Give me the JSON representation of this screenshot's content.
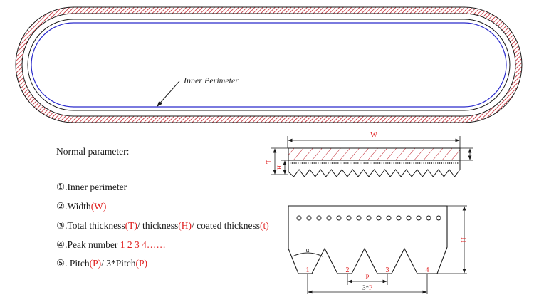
{
  "colors": {
    "hatch": "#c0202a",
    "line": "#1a1a1a",
    "inner_perimeter": "#2a2acc",
    "accent": "#e02020"
  },
  "belt_overview": {
    "callout": "Inner Perimeter"
  },
  "parameters": {
    "heading": "Normal parameter:",
    "items": [
      {
        "num": "①",
        "parts": [
          {
            "t": ".Inner perimeter",
            "red": false
          }
        ]
      },
      {
        "num": "②",
        "parts": [
          {
            "t": ".Width",
            "red": false
          },
          {
            "t": "(W)",
            "red": true
          }
        ]
      },
      {
        "num": "③",
        "parts": [
          {
            "t": ".Total thickness",
            "red": false
          },
          {
            "t": "(T)",
            "red": true
          },
          {
            "t": "/ thickness",
            "red": false
          },
          {
            "t": "(H)",
            "red": true
          },
          {
            "t": "/ coated thickness",
            "red": false
          },
          {
            "t": "(t)",
            "red": true
          }
        ]
      },
      {
        "num": "④",
        "parts": [
          {
            "t": ".Peak number  ",
            "red": false
          },
          {
            "t": "1 2 3 4……",
            "red": true
          }
        ]
      },
      {
        "num": "⑤",
        "parts": [
          {
            "t": ". Pitch",
            "red": false
          },
          {
            "t": "(P)",
            "red": true
          },
          {
            "t": "/ 3*Pitch",
            "red": false
          },
          {
            "t": "(P)",
            "red": true
          }
        ]
      }
    ]
  },
  "cross_section": {
    "width_label": "W",
    "total_thickness_label": "T",
    "thickness_label": "H",
    "coated_thickness_label": "t",
    "rib_count": 16
  },
  "rib_detail": {
    "angle_label": "α",
    "height_label": "H",
    "peak_labels": [
      "1",
      "2",
      "3",
      "4"
    ],
    "pitch_label": "P",
    "triple_pitch_prefix": "3*",
    "triple_pitch_label": "P",
    "cord_count": 15
  }
}
